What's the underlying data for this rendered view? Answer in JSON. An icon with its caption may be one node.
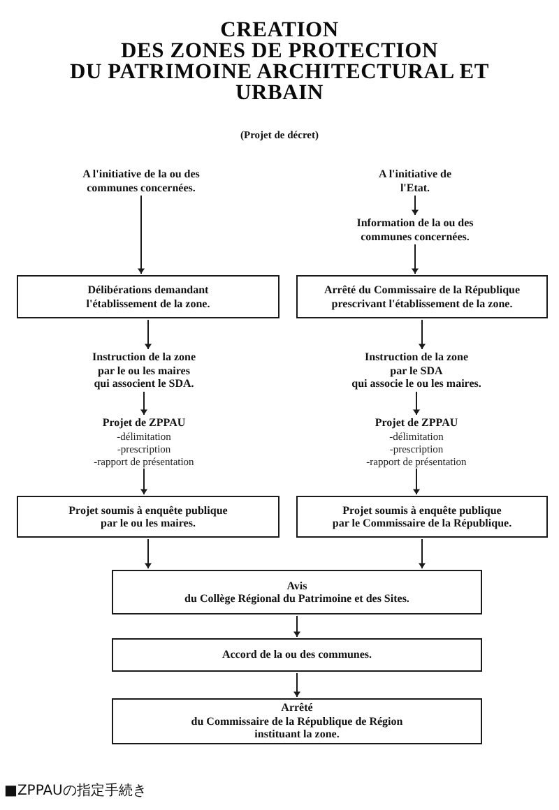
{
  "diagram": {
    "title": "CREATION DES ZONES DE PROTECTION DU PATRIMOINE ARCHITECTURAL ET URBAIN",
    "caption": "■ZPPAUの指定手続き",
    "nodes": [
      {
        "text": [
          "A l'initiative de la ou des communes concernées."
        ]
      },
      {
        "text": [
          "A l'initiative de l'Etat."
        ]
      },
      {
        "text": [
          "Information de la ou des communes concernées."
        ]
      },
      {
        "text": [
          "Délibérations demandant l'établissement de la zone."
        ]
      },
      {
        "text": [
          "Arrêté du Commissaire de la République prescrivant l'établissement de la zone."
        ]
      },
      {
        "text": [
          "Instruction de la zone par le ou les maires qui associent le SDA."
        ]
      },
      {
        "text": [
          "Instruction de la zone par le SDA qui associe le ou les maires."
        ]
      },
      {
        "text": [
          "Projet de ZPPAU",
          "-délimitation",
          "-prescription",
          "-rapport de présentation"
        ]
      },
      {
        "text": [
          "Projet de ZPPAU",
          "-délimitation",
          "-prescription",
          "-rapport de présentation"
        ]
      },
      {
        "text": [
          "Projet soumis à enquête publique par le ou les maires."
        ]
      },
      {
        "text": [
          "Projet soumis à enquête publique par le Commissaire de la République."
        ]
      },
      {
        "text": [
          "Avis du Collège Régional du Patrimoine et des Sites."
        ]
      },
      {
        "text": [
          "Accord de la ou des communes."
        ]
      },
      {
        "text": [
          "Arrêté du Commissaire de la République de Région instituant la zone."
        ]
      }
    ],
    "edges": [
      {
        "from": 0,
        "to": 3,
        "arrow": "to"
      },
      {
        "from": 1,
        "to": 2,
        "arrow": "to"
      },
      {
        "from": 2,
        "to": 4,
        "arrow": "to"
      },
      {
        "from": 3,
        "to": 5,
        "arrow": "to"
      },
      {
        "from": 4,
        "to": 6,
        "arrow": "to"
      },
      {
        "from": 5,
        "to": 7,
        "arrow": "to"
      },
      {
        "from": 6,
        "to": 8,
        "arrow": "to"
      },
      {
        "from": 7,
        "to": 9,
        "arrow": "to"
      },
      {
        "from": 8,
        "to": 10,
        "arrow": "to"
      },
      {
        "from": 9,
        "to": 11,
        "arrow": "to"
      },
      {
        "from": 10,
        "to": 11,
        "arrow": "to"
      },
      {
        "from": 11,
        "to": 12,
        "arrow": "to"
      },
      {
        "from": 12,
        "to": 13,
        "arrow": "to"
      }
    ],
    "labels": [
      "(Projet de décret)"
    ]
  }
}
